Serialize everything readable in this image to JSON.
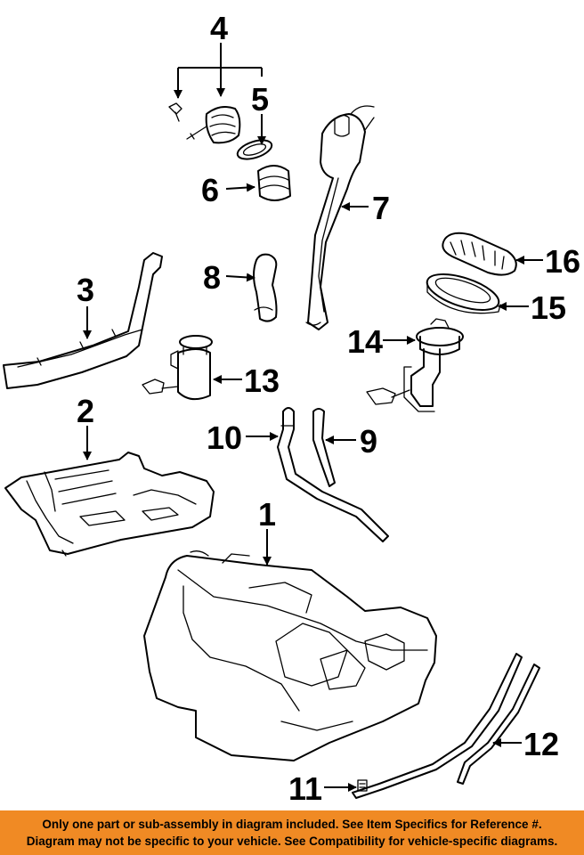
{
  "callouts": {
    "c1": "1",
    "c2": "2",
    "c3": "3",
    "c4": "4",
    "c5": "5",
    "c6": "6",
    "c7": "7",
    "c8": "8",
    "c9": "9",
    "c10": "10",
    "c11": "11",
    "c12": "12",
    "c13": "13",
    "c14": "14",
    "c15": "15",
    "c16": "16"
  },
  "disclaimer": {
    "line1": "Only one part or sub-assembly in diagram included. See Item Specifics for Reference #.",
    "line2": "Diagram may not be specific to your vehicle. See Compatibility for vehicle-specific diagrams."
  },
  "colors": {
    "banner": "#f08a24",
    "ink": "#000000",
    "background": "#ffffff"
  }
}
